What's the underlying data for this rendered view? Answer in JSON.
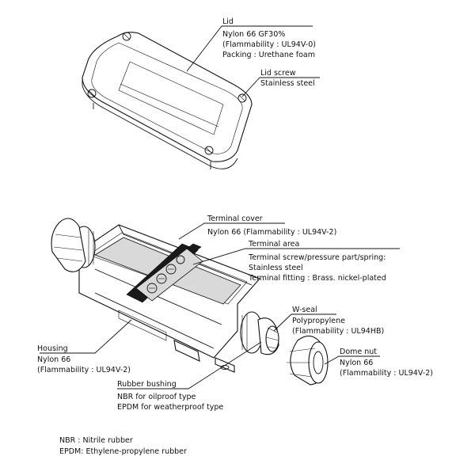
{
  "callouts": {
    "lid": [
      "Lid",
      "Nylon 66 GF30%",
      "(Flammability : UL94V-0)",
      "Packing : Urethane foam"
    ],
    "lid_screw": [
      "Lid screw",
      "Stainless steel"
    ],
    "terminal_cover": [
      "Terminal cover",
      "Nylon 66 (Flammability : UL94V-2)"
    ],
    "terminal_area": [
      "Terminal area",
      "Terminal screw/pressure part/spring:",
      "Stainless steel",
      "Terminal fitting : Brass. nickel-plated"
    ],
    "w_seal": [
      "W-seal",
      "Polypropylene",
      "(Flammability : UL94HB)"
    ],
    "housing": [
      "Housing",
      "Nylon 66",
      "(Flammability : UL94V-2)"
    ],
    "dome_nut": [
      "Dome nut",
      "Nylon 66",
      "(Flammability : UL94V-2)"
    ],
    "rubber_bushing": [
      "Rubber bushing",
      "NBR for oilproof type",
      "EPDM for weatherproof type"
    ]
  },
  "notes": [
    "NBR : Nitrile rubber",
    "EPDM: Ethylene-propylene rubber"
  ]
}
